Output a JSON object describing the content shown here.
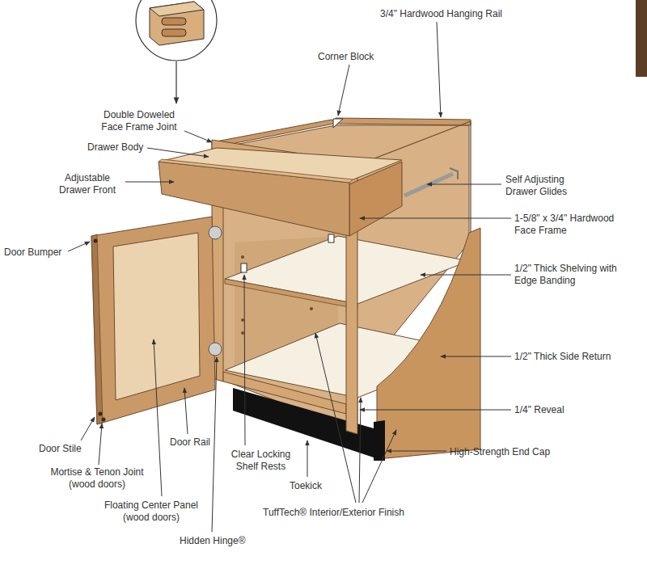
{
  "diagram": {
    "labels": [
      "Corner Block",
      "3/4\" Hardwood Hanging Rail",
      "Double Doweled Face Frame Joint",
      "Drawer Body",
      "Adjustable Drawer Front",
      "Self Adjusting Drawer Glides",
      "1-5/8\" x 3/4\" Hardwood Face Frame",
      "Door Bumper",
      "1/2\" Thick Shelving with Edge Banding",
      "1/2\" Thick Side Return",
      "1/4\" Reveal",
      "Door Stile",
      "Door Rail",
      "Clear Locking Shelf Rests",
      "High-Strength End Cap",
      "Mortise & Tenon Joint (wood doors)",
      "Toekick",
      "Floating Center Panel (wood doors)",
      "TuffTech® Interior/Exterior Finish",
      "Hidden Hinge®"
    ]
  }
}
